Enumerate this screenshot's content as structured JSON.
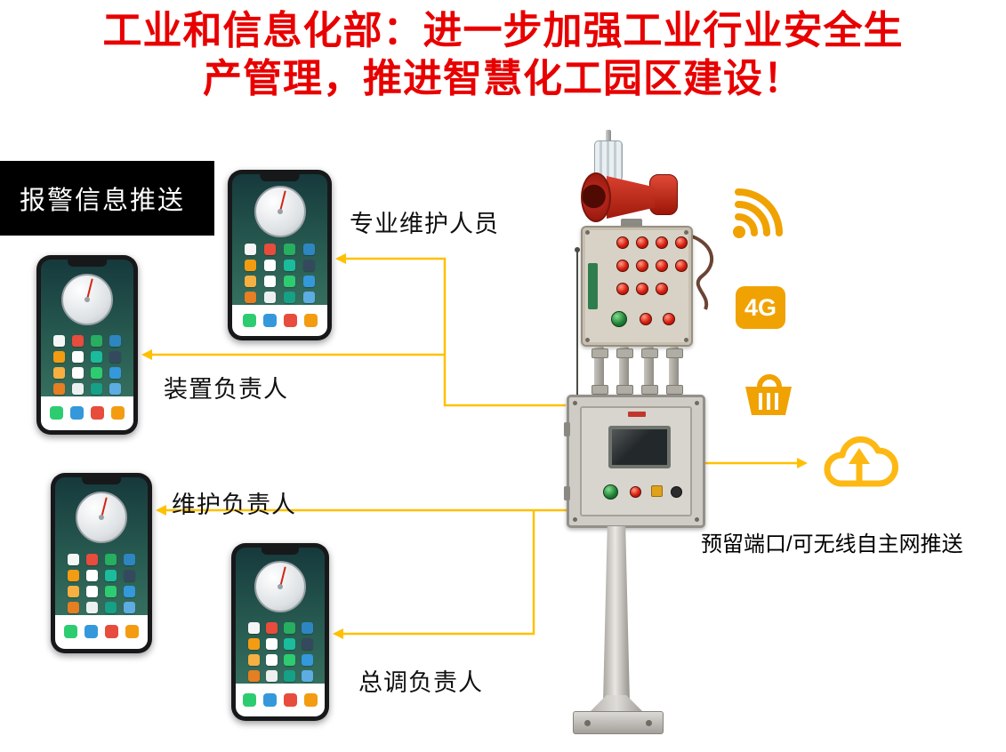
{
  "title": {
    "line1": "工业和信息化部：进一步加强工业行业安全生",
    "line2": "产管理，推进智慧化工园区建设！"
  },
  "alert_box": {
    "label": "报警信息推送"
  },
  "roles": {
    "professional": "专业维护人员",
    "device_manager": "装置负责人",
    "maintenance_manager": "维护负责人",
    "dispatch_manager": "总调负责人"
  },
  "network_icons": {
    "wifi": "wifi-signal-icon",
    "fourg_label": "4G",
    "basket": "basket-icon",
    "cloud": "cloud-upload-icon"
  },
  "caption": {
    "text": "预留端口/可无线自主网推送"
  },
  "device": {
    "name": "explosion-proof-alarm-pole"
  },
  "colors": {
    "title_red": "#e80000",
    "connector_yellow": "#ffc000",
    "accent_orange": "#f0a202",
    "cloud_gold": "#fdb813",
    "alert_box_bg": "#000000",
    "alert_box_text": "#ffffff",
    "box_beige": "#d8d1c5",
    "box_gray": "#cfccc5",
    "horn_red": "#b0241a"
  },
  "phone_style": {
    "app_icon_colors": [
      "#f4f6f6",
      "#e74c3c",
      "#27ae60",
      "#2e86c1",
      "#f39c12",
      "#ffffff",
      "#1abc9c",
      "#34495e",
      "#f5b041",
      "#ffffff",
      "#2ecc71",
      "#3498db",
      "#e67e22",
      "#ecf0f1",
      "#16a085",
      "#5dade2"
    ],
    "dock_icon_colors": [
      "#2ecc71",
      "#3498db",
      "#e74c3c",
      "#f39c12"
    ]
  }
}
